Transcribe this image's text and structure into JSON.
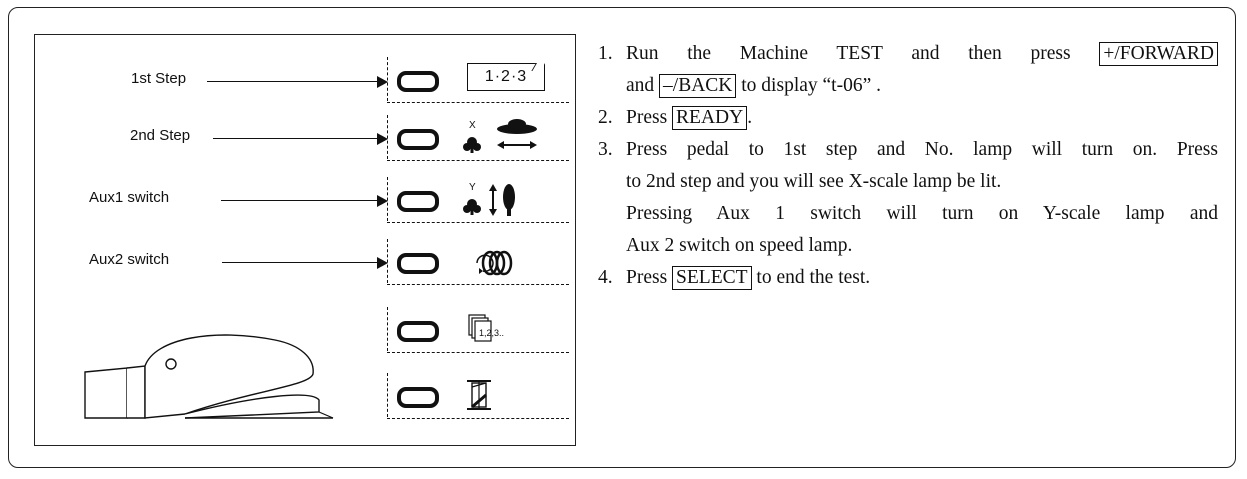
{
  "diagram": {
    "steps": [
      {
        "label": "1st Step",
        "icon": "step-counter-display-icon",
        "display_text": "1·2·3"
      },
      {
        "label": "2nd Step",
        "icon": "x-scale-lamp-icon",
        "axis_letter": "X"
      },
      {
        "label": "Aux1 switch",
        "icon": "y-scale-lamp-icon",
        "axis_letter": "Y"
      },
      {
        "label": "Aux2 switch",
        "icon": "speed-lamp-icon"
      }
    ],
    "extra_lamps": [
      {
        "icon": "pattern-number-icon",
        "icon_text": "1,2,3.."
      },
      {
        "icon": "bobbin-winder-icon"
      }
    ],
    "pedal_icon": "foot-pedal-icon"
  },
  "instructions": [
    {
      "number": "1.",
      "line1_pre": "Run the Machine TEST and then press",
      "key1": "+/FORWARD",
      "line2_pre": "and",
      "key2": "–/BACK",
      "line2_post": "to display “t-06” ."
    },
    {
      "number": "2.",
      "pre": "Press",
      "key": "READY",
      "post": "."
    },
    {
      "number": "3.",
      "line1": "Press pedal to 1st step and No. lamp will turn on. Press",
      "line2": "to 2nd step and you will see X-scale lamp be lit.",
      "line3": "Pressing Aux 1 switch will turn on Y-scale lamp and",
      "line4": "Aux 2 switch on speed lamp."
    },
    {
      "number": "4.",
      "pre": "Press",
      "key": "SELECT",
      "post": "to end the test."
    }
  ]
}
